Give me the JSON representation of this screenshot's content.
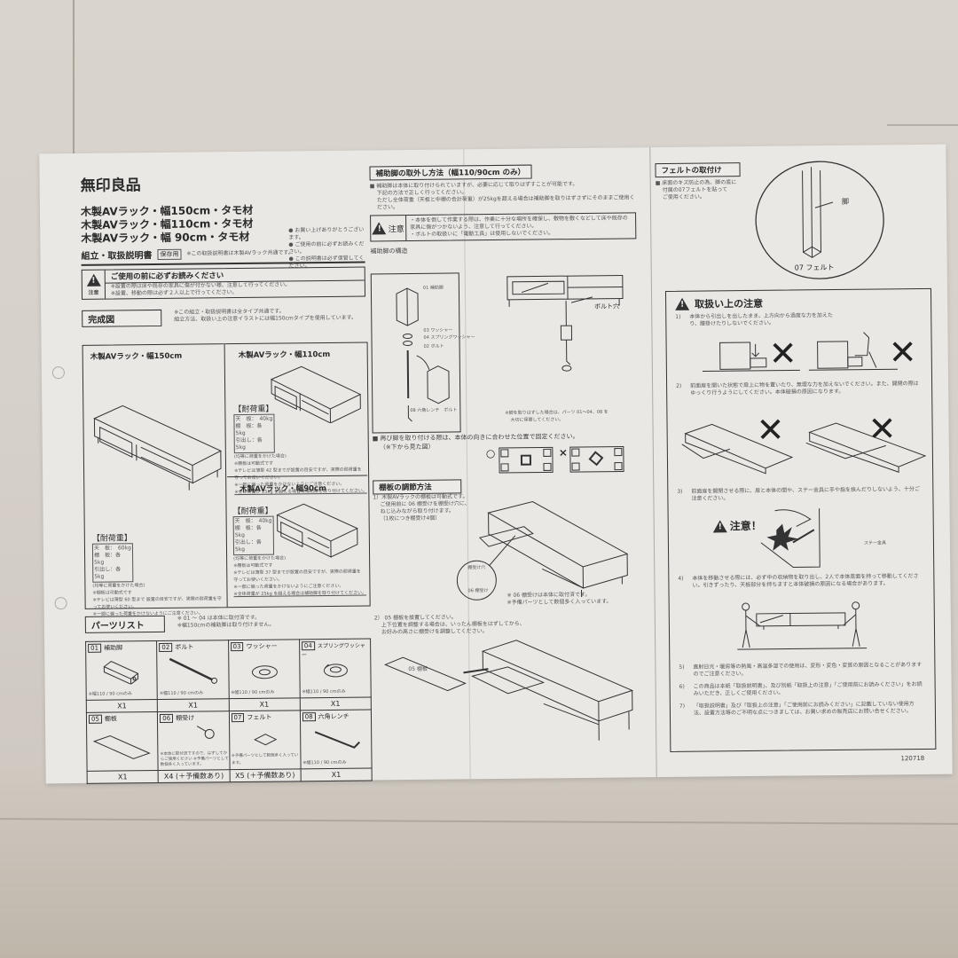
{
  "brand": "無印良品",
  "titles": [
    "木製AVラック・幅150cm・タモ材",
    "木製AVラック・幅110cm・タモ材",
    "木製AVラック・幅 90cm・タモ材"
  ],
  "subtitle": "組立・取扱説明書",
  "keep_badge": "保存用",
  "subtitle_note": "※この取扱説明書は木製AVラック共通です。",
  "greeting": [
    "● お買い上げありがとうございます。",
    "● ご使用の前に必ずお読みください。",
    "● この説明書は必ず保管してください。"
  ],
  "caution_box": {
    "label": "注意",
    "title": "ご使用の前に必ずお読みください",
    "lines": [
      "※設置の際は床や既存の家具に傷が付かない様、注意して行ってください。",
      "※設置、移動の際は必ず２人以上で行ってください。"
    ]
  },
  "completed": {
    "heading": "完成図",
    "note": [
      "※この組立・取扱説明書は全タイプ共通です。",
      "組立方法、取扱い上の注意イラストには幅150cmタイプを使用しています。"
    ],
    "models": [
      {
        "name": "木製AVラック・幅150cm",
        "load_title": "【耐荷重】",
        "loads": [
          "天　板：　60kg",
          "棚　板：各 5kg",
          "引出し：各 5kg"
        ],
        "load_note": "(均等に荷重をかけた場合)",
        "notes": [
          "※棚板は可動式です",
          "※テレビは薄型 60 型まで 設置の目安ですが、実際の耐荷重を守ってお使いください。",
          "※一部に偏った荷重をかけないようにご注意ください。"
        ]
      },
      {
        "name": "木製AVラック・幅110cm",
        "load_title": "【耐荷重】",
        "loads": [
          "天　板：　40kg",
          "棚　板：各 5kg",
          "引出し：各 5kg"
        ],
        "load_note": "(均等に荷重をかけた場合)",
        "notes": [
          "※棚板は可動式です",
          "※テレビは薄型 42 型までが設置の目安ですが、実際の耐荷重を守ってお使いください。",
          "※一部に偏った荷重をかけないようにご注意ください。",
          "※全体荷重が 25kg を超える場合は補助脚を取り付けてください。"
        ]
      },
      {
        "name": "木製AVラック・幅90cm",
        "load_title": "【耐荷重】",
        "loads": [
          "天　板：　40kg",
          "棚　板：各 5kg",
          "引出し：各 5kg"
        ],
        "load_note": "(均等に荷重をかけた場合)",
        "notes": [
          "※棚板は可動式です",
          "※テレビは薄型 37 型までが設置の目安ですが、実際の耐荷重を守ってお使いください。",
          "※一部に偏った荷重をかけないようにご注意ください。",
          "※全体荷重が 25kg を超える場合は補助脚を取り付けてください。"
        ]
      }
    ]
  },
  "parts": {
    "heading": "パーツリスト",
    "note": [
      "※ 01 ～ 04 は本体に取付済です。",
      "※幅150cmの補助脚は取り付けません。"
    ],
    "items": [
      {
        "num": "01",
        "name": "補助脚",
        "sub": "※幅110 / 90 cmのみ",
        "qty": "X1"
      },
      {
        "num": "02",
        "name": "ボルト",
        "sub": "※幅110 / 90 cmのみ",
        "qty": "X1"
      },
      {
        "num": "03",
        "name": "ワッシャー",
        "sub": "※幅110 / 90 cmのみ",
        "qty": "X1"
      },
      {
        "num": "04",
        "name": "スプリングワッシャー",
        "sub": "※幅110 / 90 cmのみ",
        "qty": "X1"
      },
      {
        "num": "05",
        "name": "棚板",
        "sub": "",
        "qty": "X1"
      },
      {
        "num": "06",
        "name": "棚受け",
        "sub": "※本体に取付済ですので、はずしてからご使用ください ※予備パーツとして数個多く入っています。",
        "qty": "X4 (＋予備数あり)"
      },
      {
        "num": "07",
        "name": "フェルト",
        "sub": "※予備パーツとして数個多く入っています。",
        "qty": "X5 (＋予備数あり)"
      },
      {
        "num": "08",
        "name": "六角レンチ",
        "sub": "※幅110 / 90 cmのみ",
        "qty": "X1"
      }
    ]
  },
  "aux_leg": {
    "heading": "補助脚の取外し方法（幅110/90cm のみ）",
    "intro": [
      "■ 補助脚は本体に取り付けられていますが、必要に応じて取りはずすことが可能です。",
      "下記の方法で正しく行ってください。",
      "ただし全体荷重（天板と中棚の合計荷重）が25kgを超える場合は補助脚を取りはずさずにそのままご使用ください。"
    ],
    "caution_label": "注意",
    "caution_lines": [
      "・本体を倒して作業する際は、作業に十分な場所を確保し、敷物を敷くなどして床や既存の家具に傷がつかないよう、注意して行ってください。",
      "・ボルトの取扱いに「電動工具」は使用しないでください。"
    ],
    "structure_label": "補助脚の構造",
    "labels": {
      "leg": "01 補助脚",
      "washer": "03 ワッシャー",
      "spring": "04 スプリングワッシャー",
      "bolt": "02 ボルト",
      "wrench": "08 六角レンチ",
      "bolt2": "ボルト",
      "bolt_hole": "ボルト穴"
    },
    "keep_note": [
      "※脚を取りはずした場合は、パーツ 01～04、08 を",
      "大切に保管してください。"
    ],
    "reattach": "■ 再び脚を取り付ける際は、本体の向きに合わせた位置で固定ください。",
    "reattach_sub": "（※下から見た図）",
    "ok_mark": "○",
    "ng_mark": "×"
  },
  "shelf": {
    "heading": "棚板の調節方法",
    "step1": [
      "1）木製AVラックの棚板は可動式です。",
      "ご使用前に 06 棚受けを棚受け穴に、",
      "ねじ込みながら取り付けます。",
      "（1枚につき棚受け4個）"
    ],
    "hole_label": "棚受け穴",
    "bracket_label": "06 棚受け",
    "notes": [
      "※ 06 棚受けは本体に取付済です。",
      "※予備パーツとして数個多く入っています。"
    ],
    "step2": [
      "2） 05 棚板を設置してください。",
      "上下位置を調整する場合は、いったん棚板をはずしてから、",
      "お好みの高さに棚受けを調整してください。"
    ],
    "board_label": "05 棚板"
  },
  "felt": {
    "heading": "フェルトの取付け",
    "text": [
      "■ 床面のキズ防止の為、脚の底に",
      "付属の07フェルトを貼って",
      "ご使用ください。"
    ],
    "leg_label": "脚",
    "felt_label": "07 フェルト"
  },
  "handling": {
    "heading": "取扱い上の注意",
    "items": [
      {
        "n": "1)",
        "text": "本体から引出しを出したまま、上方向から過度な力を加えたり、腰掛けたりしないでください。"
      },
      {
        "n": "2)",
        "text": "前面扉を開いた状態で扉上に物を置いたり、無理な力を加えないでください。また、開閉の際はゆっくり行うようにしてください。本体破損の原因になります。"
      },
      {
        "n": "3)",
        "text": "前面扉を開閉させる際に、扉と本体の間や、ステー金具に手や指を挟んだりしないよう、十分ご注意ください。"
      },
      {
        "n": "4)",
        "text": "本体を移動させる際には、必ず中の収納物を取り出し、2人で本体底面を持って移動してください。引きずったり、天板部分を持ちますと本体破損の原因になる場合があります。"
      },
      {
        "n": "5)",
        "text": "直射日光・暖房等の熱風・高温多湿での使用は、変形・変色・変質の原因となることがありますのでご注意ください。"
      },
      {
        "n": "6)",
        "text": "この商品は本紙「取扱説明書」、及び別紙「取扱上の注意」「ご使用前にお読みください」をお読みいただき、正しくご使用ください。"
      },
      {
        "n": "7)",
        "text": "「取扱説明書」及び「取扱上の注意」「ご使用前にお読みください」に記載していない使用方法、設置方法等のご不明な点につきましては、お買い求めの販売店にお問い合せください。"
      }
    ],
    "caution_big": "注意！",
    "stay_label": "ステー金具"
  },
  "doc_code": "120718"
}
